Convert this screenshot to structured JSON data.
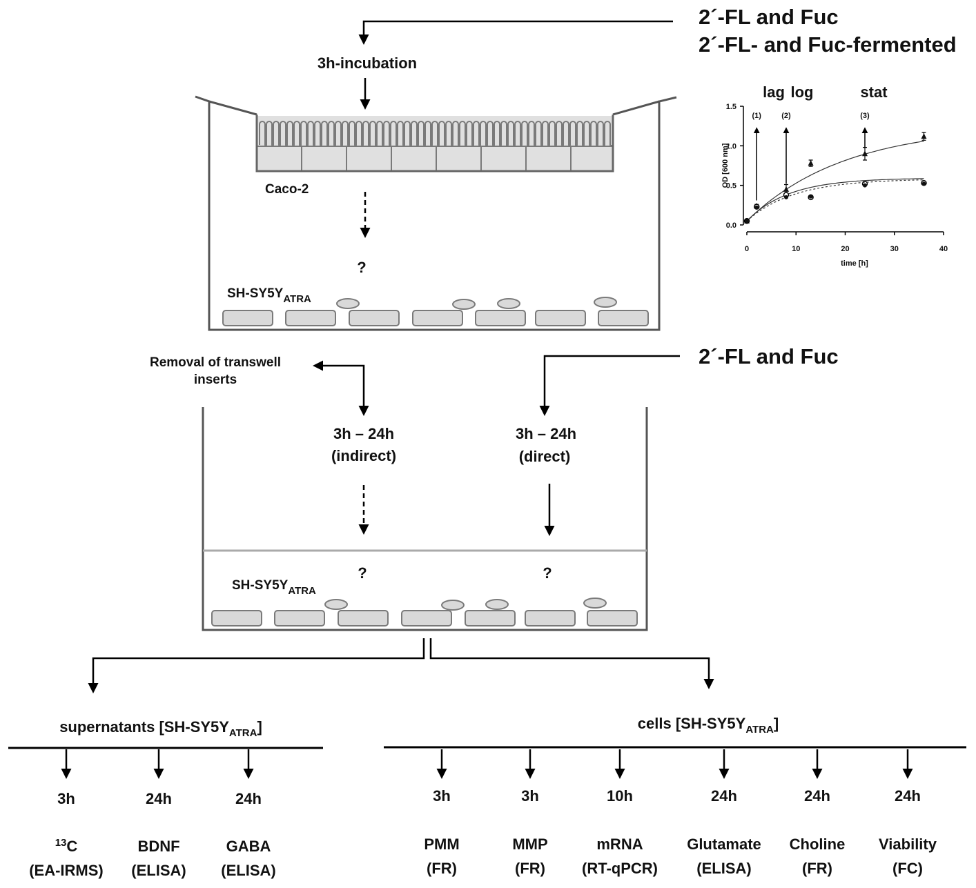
{
  "top": {
    "treat_line1": "2´-FL and Fuc",
    "treat_line2": "2´-FL- and Fuc-fermented",
    "incubation": "3h-incubation",
    "caco2": "Caco-2",
    "question": "?",
    "cell_label_base": "SH-SY5Y",
    "cell_label_sub": "ATRA"
  },
  "middle": {
    "removal_line1": "Removal of  transwell",
    "removal_line2": "inserts",
    "direct_treat": "2´-FL and Fuc",
    "indirect_line1": "3h – 24h",
    "indirect_line2": "(indirect)",
    "direct_line1": "3h – 24h",
    "direct_line2": "(direct)",
    "question": "?",
    "cell_label_base": "SH-SY5Y",
    "cell_label_sub": "ATRA"
  },
  "supernatants": {
    "title_prefix": "supernatants [SH-SY5Y",
    "title_sub": "ATRA",
    "title_suffix": "]",
    "items": [
      {
        "time": "3h",
        "sup": "13",
        "name": "C",
        "method": "(EA-IRMS)"
      },
      {
        "time": "24h",
        "sup": "",
        "name": "BDNF",
        "method": "(ELISA)"
      },
      {
        "time": "24h",
        "sup": "",
        "name": "GABA",
        "method": "(ELISA)"
      }
    ]
  },
  "cells": {
    "title_prefix": "cells [SH-SY5Y",
    "title_sub": "ATRA",
    "title_suffix": "]",
    "items": [
      {
        "time": "3h",
        "name": "PMM",
        "method": "(FR)"
      },
      {
        "time": "3h",
        "name": "MMP",
        "method": "(FR)"
      },
      {
        "time": "10h",
        "name": "mRNA",
        "method": "(RT-qPCR)"
      },
      {
        "time": "24h",
        "name": "Glutamate",
        "method": "(ELISA)"
      },
      {
        "time": "24h",
        "name": "Choline",
        "method": "(FR)"
      },
      {
        "time": "24h",
        "name": "Viability",
        "method": "(FC)"
      }
    ]
  },
  "chart_data": {
    "type": "scatter",
    "xlabel": "time [h]",
    "ylabel": "OD [600 nm]",
    "xlim": [
      0,
      40
    ],
    "ylim": [
      0,
      1.5
    ],
    "xticks": [
      "0",
      "10",
      "20",
      "30",
      "40"
    ],
    "yticks": [
      "0.0",
      "0.5",
      "1.0",
      "1.5"
    ],
    "grid": false,
    "phases": [
      {
        "label": "lag",
        "marker": "(1)",
        "x": 2
      },
      {
        "label": "log",
        "marker": "(2)",
        "x": 8
      },
      {
        "label": "stat",
        "marker": "(3)",
        "x": 24
      }
    ],
    "series": [
      {
        "marker": "triangle",
        "x": [
          0,
          2,
          8,
          13,
          24,
          36
        ],
        "y": [
          0.05,
          0.24,
          0.45,
          0.78,
          0.9,
          1.12
        ],
        "err": [
          0,
          0.02,
          0.06,
          0.04,
          0.08,
          0.05
        ],
        "curve": "solid"
      },
      {
        "marker": "open-circle",
        "x": [
          0,
          2,
          8,
          13,
          24,
          36
        ],
        "y": [
          0.05,
          0.23,
          0.38,
          0.35,
          0.52,
          0.53
        ],
        "err": [
          0,
          0,
          0,
          0,
          0,
          0
        ],
        "curve": "solid"
      },
      {
        "marker": "filled-circle",
        "x": [
          0,
          2,
          8,
          13,
          24,
          36
        ],
        "y": [
          0.05,
          0.22,
          0.35,
          0.36,
          0.5,
          0.52
        ],
        "err": [
          0,
          0,
          0,
          0,
          0,
          0
        ],
        "curve": "dashed"
      }
    ]
  }
}
